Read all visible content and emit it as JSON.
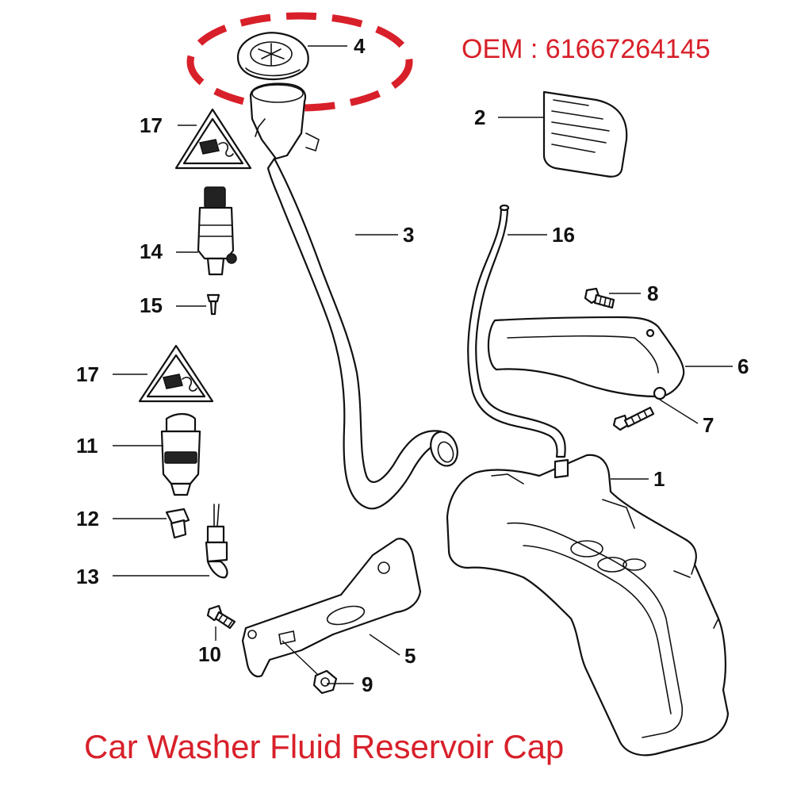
{
  "oem_label": "OEM : 61667264145",
  "caption": "Car Washer Fluid Reservoir Cap",
  "callouts": {
    "n1": "1",
    "n2": "2",
    "n3": "3",
    "n4": "4",
    "n5": "5",
    "n6": "6",
    "n7": "7",
    "n8": "8",
    "n9": "9",
    "n10": "10",
    "n11": "11",
    "n12": "12",
    "n13": "13",
    "n14": "14",
    "n15": "15",
    "n16": "16",
    "n17a": "17",
    "n17b": "17"
  },
  "colors": {
    "accent": "#d8202a",
    "line": "#111111",
    "background": "#ffffff"
  }
}
